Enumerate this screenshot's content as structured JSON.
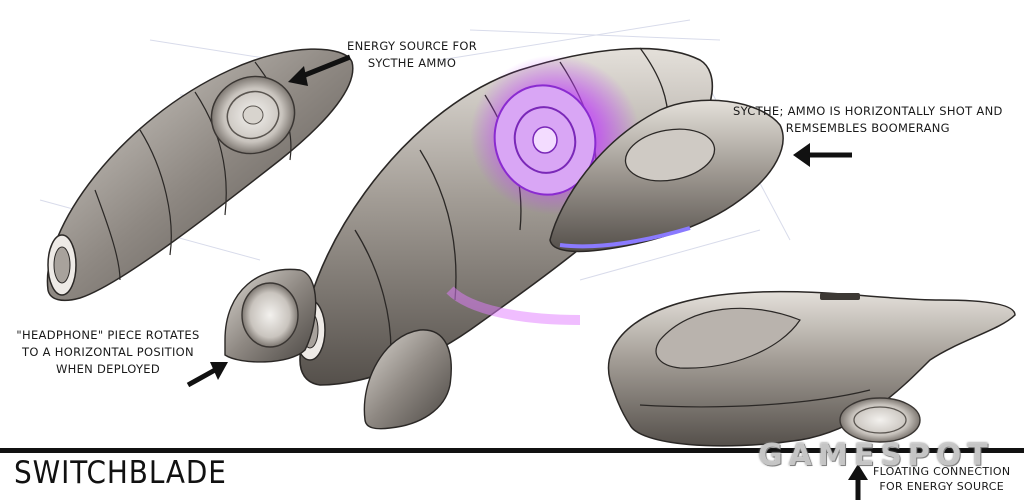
{
  "title": "SWITCHBLADE",
  "watermark": "GAMESPOT",
  "annotations": {
    "energy_source": [
      "ENERGY SOURCE FOR",
      "SYCTHE AMMO"
    ],
    "sycthe": [
      "SYCTHE; AMMO IS HORIZONTALLY SHOT AND",
      "REMSEMBLES BOOMERANG"
    ],
    "headphone": [
      "\"HEADPHONE\" PIECE ROTATES",
      "TO A HORIZONTAL POSITION",
      "WHEN DEPLOYED"
    ],
    "floating": [
      "FLOATING CONNECTION",
      "FOR ENERGY SOURCE"
    ]
  },
  "colors": {
    "hull": "#8f8a84",
    "hull_light": "#d9d5cf",
    "hull_dark": "#4a4642",
    "energy_glow": "#c23bff",
    "ink": "#151515"
  }
}
